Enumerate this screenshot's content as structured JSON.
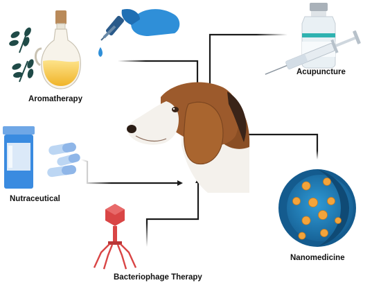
{
  "diagram": {
    "center": {
      "icon": "beagle-dog-head-icon"
    },
    "therapies": [
      {
        "id": "aromatherapy",
        "label": "Aromatherapy",
        "icons": [
          "essential-oil-bottle-icon",
          "herb-leaves-icon"
        ]
      },
      {
        "id": "acupuncture",
        "label": "Acupuncture",
        "icons": [
          "vial-icon",
          "syringe-icon"
        ]
      },
      {
        "id": "nutraceutical",
        "label": "Nutraceutical",
        "icons": [
          "pill-bottle-icon",
          "capsule-icon"
        ]
      },
      {
        "id": "nanomedicine",
        "label": "Nanomedicine",
        "icons": [
          "nanoparticle-sphere-icon"
        ]
      },
      {
        "id": "bacteriophage",
        "label": "Bacteriophage Therapy",
        "icons": [
          "bacteriophage-icon"
        ]
      },
      {
        "id": "dropper",
        "label": "",
        "icons": [
          "gloved-hand-dropper-icon"
        ]
      }
    ],
    "colors": {
      "arrow": "#1a1a1a",
      "arrow_fade": "#d0d0d0",
      "leaf": "#1f4a47",
      "oil": "#f6c542",
      "pill_bottle": "#3a8be0",
      "capsule": "#a8c8f0",
      "nano_shell": "#1f78b4",
      "nano_particle": "#f3a43b",
      "phage": "#d94545",
      "glove": "#2f8fd8",
      "dog_brown": "#9c5a2c",
      "dog_white": "#f4f1ec"
    }
  }
}
